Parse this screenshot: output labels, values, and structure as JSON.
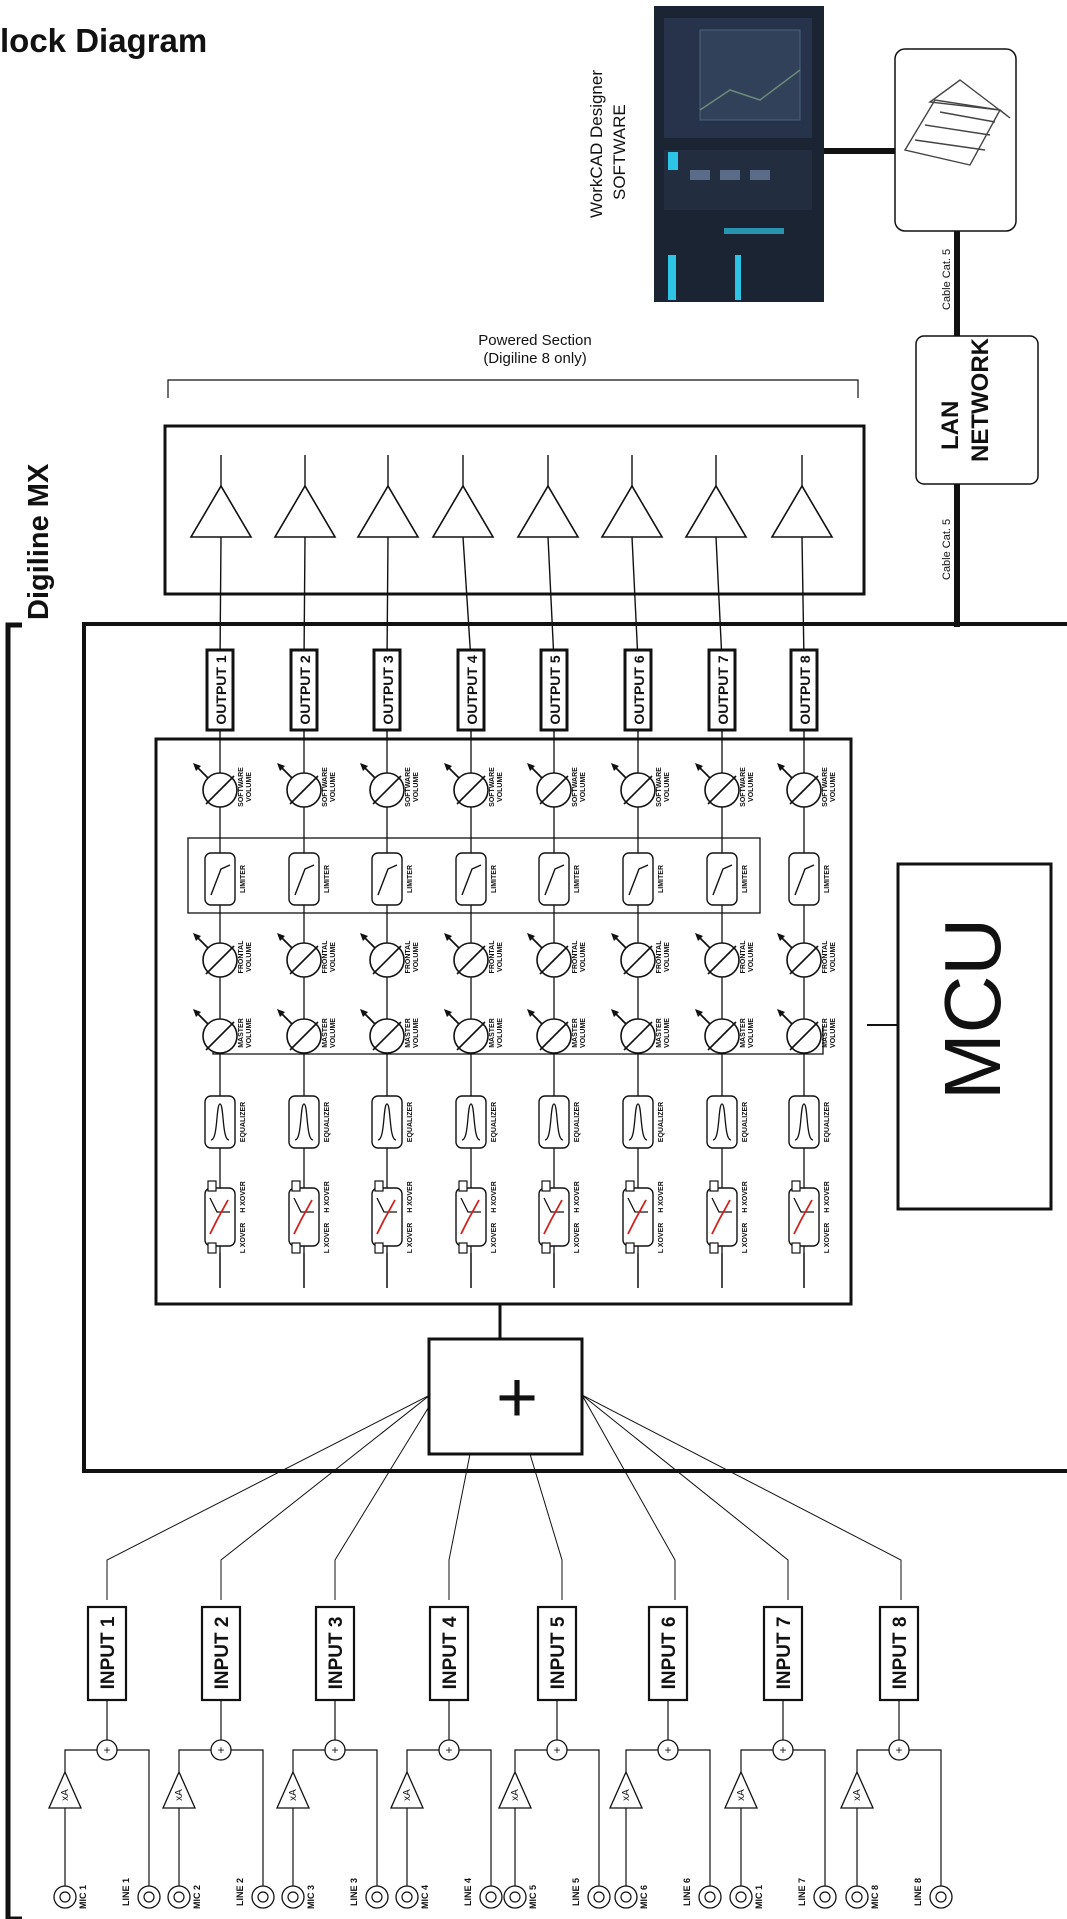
{
  "title": "lock Diagram",
  "product_name": "Digiline MX",
  "software": {
    "line1": "WorkCAD Designer",
    "line2": "SOFTWARE"
  },
  "powered_section": {
    "line1": "Powered Section",
    "line2": "(Digiline 8 only)"
  },
  "lan": {
    "line1": "LAN",
    "line2": "NETWORK"
  },
  "cable_top": "Cable Cat. 5",
  "cable_bottom": "Cable Cat. 5",
  "mcu": "MCU",
  "mixer_symbol": "+",
  "outputs": [
    "OUTPUT 1",
    "OUTPUT 2",
    "OUTPUT 3",
    "OUTPUT 4",
    "OUTPUT 5",
    "OUTPUT 6",
    "OUTPUT 7",
    "OUTPUT 8"
  ],
  "dsp_labels": {
    "software_volume": [
      "SOFTWARE",
      "VOLUME"
    ],
    "limiter": "LIMITER",
    "frontal_volume": [
      "FRONTAL",
      "VOLUME"
    ],
    "master_volume": [
      "MASTER",
      "VOLUME"
    ],
    "equalizer": "EQUALIZER",
    "l_xover": "L XOVER",
    "h_xover": "H XOVER"
  },
  "inputs": [
    "INPUT 1",
    "INPUT 2",
    "INPUT 3",
    "INPUT 4",
    "INPUT 5",
    "INPUT 6",
    "INPUT 7",
    "INPUT 8"
  ],
  "gain_label": "xA",
  "sum_symbol": "+",
  "mics": [
    "MIC 1",
    "MIC 2",
    "MIC 3",
    "MIC 4",
    "MIC 5",
    "MIC 6",
    "MIC 1",
    "MIC 8"
  ],
  "lines": [
    "LINE 1",
    "LINE 2",
    "LINE 3",
    "LINE 4",
    "LINE 5",
    "LINE 6",
    "LINE 7",
    "LINE 8"
  ],
  "colors": {
    "line": "#111111",
    "xover_curve": "#d0201c",
    "screen_bg": "#1b2433",
    "screen_accent": "#2ec4e6"
  }
}
